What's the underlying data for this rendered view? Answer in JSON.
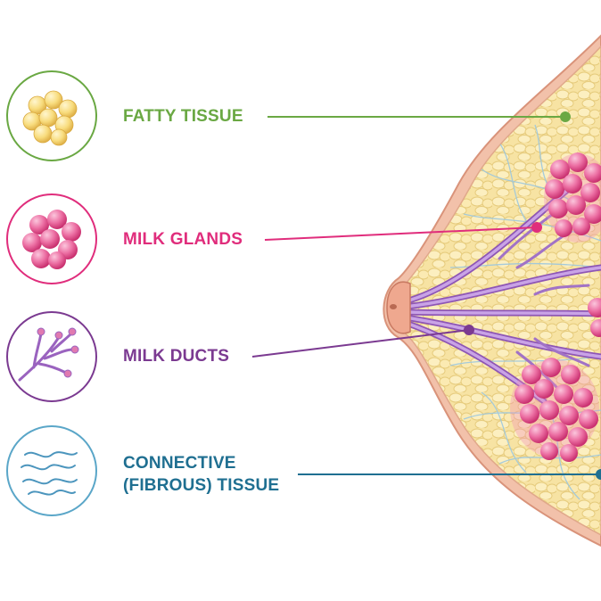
{
  "labels": {
    "fatty": "FATTY TISSUE",
    "glands": "MILK GLANDS",
    "ducts": "MILK DUCTS",
    "connective_line1": "CONNECTIVE",
    "connective_line2": "(FIBROUS) TISSUE"
  },
  "icons": {
    "fatty": "fat-cell-cluster-icon",
    "glands": "gland-lobule-icon",
    "ducts": "branching-duct-icon",
    "connective": "wavy-fibers-icon"
  },
  "colors": {
    "fatty": "#6aa843",
    "glands": "#e02d7c",
    "ducts": "#7b3a91",
    "connective": "#1f6f91",
    "skin": "#efb79f",
    "fat_fill": "#f8e6a4",
    "gland_fill": "#ef7fae",
    "duct_fill": "#b58ad3"
  }
}
